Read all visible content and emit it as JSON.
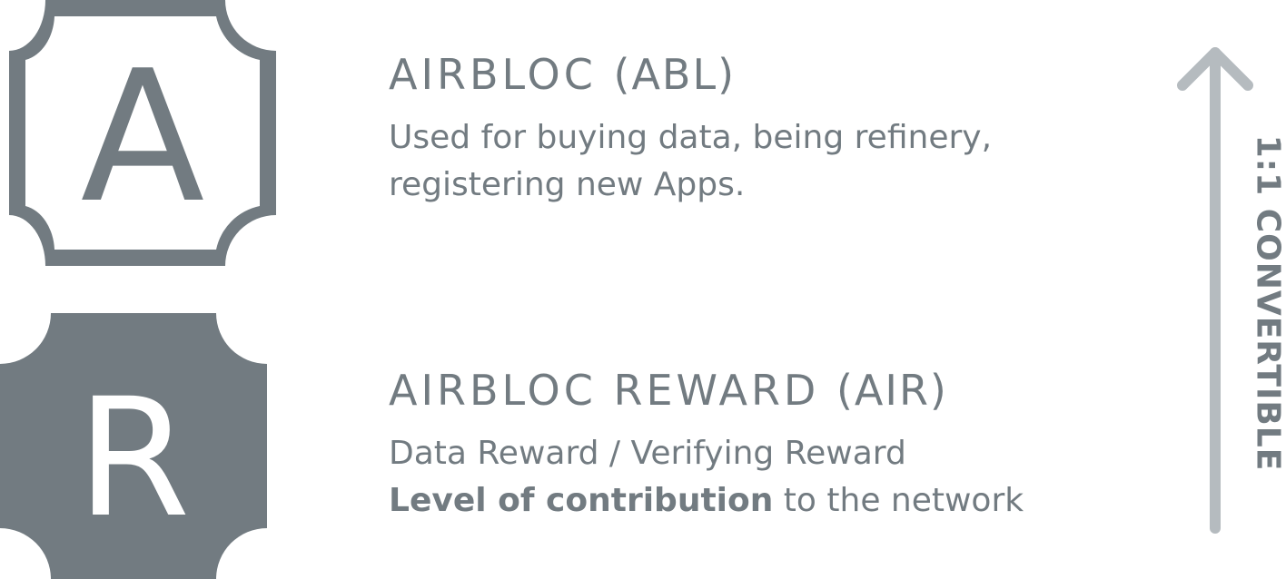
{
  "colors": {
    "primary_gray": "#727b81",
    "arrow_gray": "#b5bbbf",
    "background": "#ffffff"
  },
  "tokens": [
    {
      "badge_letter": "A",
      "badge_style": "outline",
      "name": "AIRBLOC",
      "ticker": "(ABL)",
      "lines": [
        "Used for buying data, being refinery,",
        "registering new Apps."
      ]
    },
    {
      "badge_letter": "R",
      "badge_style": "filled",
      "name": "AIRBLOC REWARD",
      "ticker": "(AIR)",
      "line1": "Data Reward / Verifying Reward",
      "line2_bold": "Level of contribution",
      "line2_rest": " to the network"
    }
  ],
  "conversion": {
    "label": "1:1 CONVERTIBLE",
    "direction": "up-arrow-icon"
  }
}
